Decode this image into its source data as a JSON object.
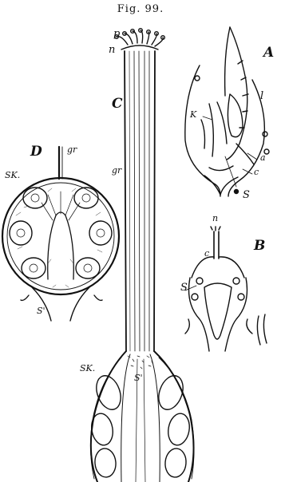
{
  "figure": {
    "title": "Fig. 99."
  },
  "panels": {
    "A": {
      "letter": "A",
      "labels": {
        "l": "l",
        "k": "K",
        "a": "a",
        "c": "c",
        "s": "S"
      }
    },
    "B": {
      "letter": "B",
      "labels": {
        "n": "n",
        "c": "c",
        "s": "S"
      }
    },
    "C": {
      "letter": "C",
      "labels": {
        "p": "p",
        "n": "n",
        "gr": "gr",
        "sk": "SK.",
        "s": "S'"
      }
    },
    "D": {
      "letter": "D",
      "labels": {
        "gr": "gr",
        "sk": "SK.",
        "s": "S'"
      }
    }
  }
}
